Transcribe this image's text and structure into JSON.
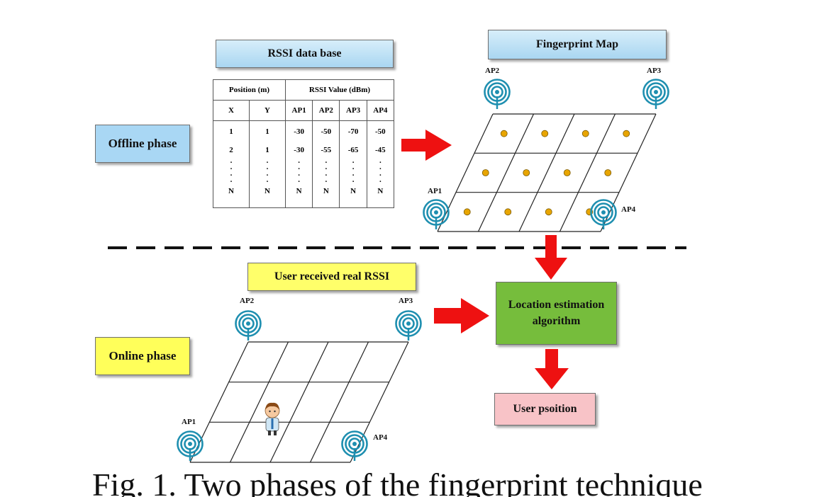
{
  "offline": {
    "phase_label": "Offline phase",
    "db_title": "RSSI  data base",
    "table": {
      "group_headers": [
        "Position (m)",
        "RSSI Value (dBm)"
      ],
      "columns": [
        "X",
        "Y",
        "AP1",
        "AP2",
        "AP3",
        "AP4"
      ],
      "rows": [
        [
          "1",
          "1",
          "-30",
          "-50",
          "-70",
          "-50"
        ],
        [
          "2",
          "1",
          "-30",
          "-55",
          "-65",
          "-45"
        ]
      ],
      "last_row": [
        "N",
        "N",
        "N",
        "N",
        "N",
        "N"
      ]
    },
    "map_title": "Fingerprint Map",
    "ap_labels": {
      "ap1": "AP1",
      "ap2": "AP2",
      "ap3": "AP3",
      "ap4": "AP4"
    }
  },
  "online": {
    "phase_label": "Online phase",
    "rssi_title": "User received real RSSI",
    "ap_labels": {
      "ap1": "AP1",
      "ap2": "AP2",
      "ap3": "AP3",
      "ap4": "AP4"
    }
  },
  "algorithm": {
    "line1": "Location estimation",
    "line2": "algorithm"
  },
  "output": {
    "label": "User psoition"
  },
  "caption": "Fig. 1. Two phases of the fingerprint technique",
  "colors": {
    "arrow": "#ee1111",
    "antenna": "#1e8fb0",
    "reference_point": "#e8a500",
    "offline_box": "#a9d7f4",
    "online_box": "#ffff5a",
    "algorithm_box": "#76bd3c",
    "user_position_box": "#f8c3c7"
  }
}
